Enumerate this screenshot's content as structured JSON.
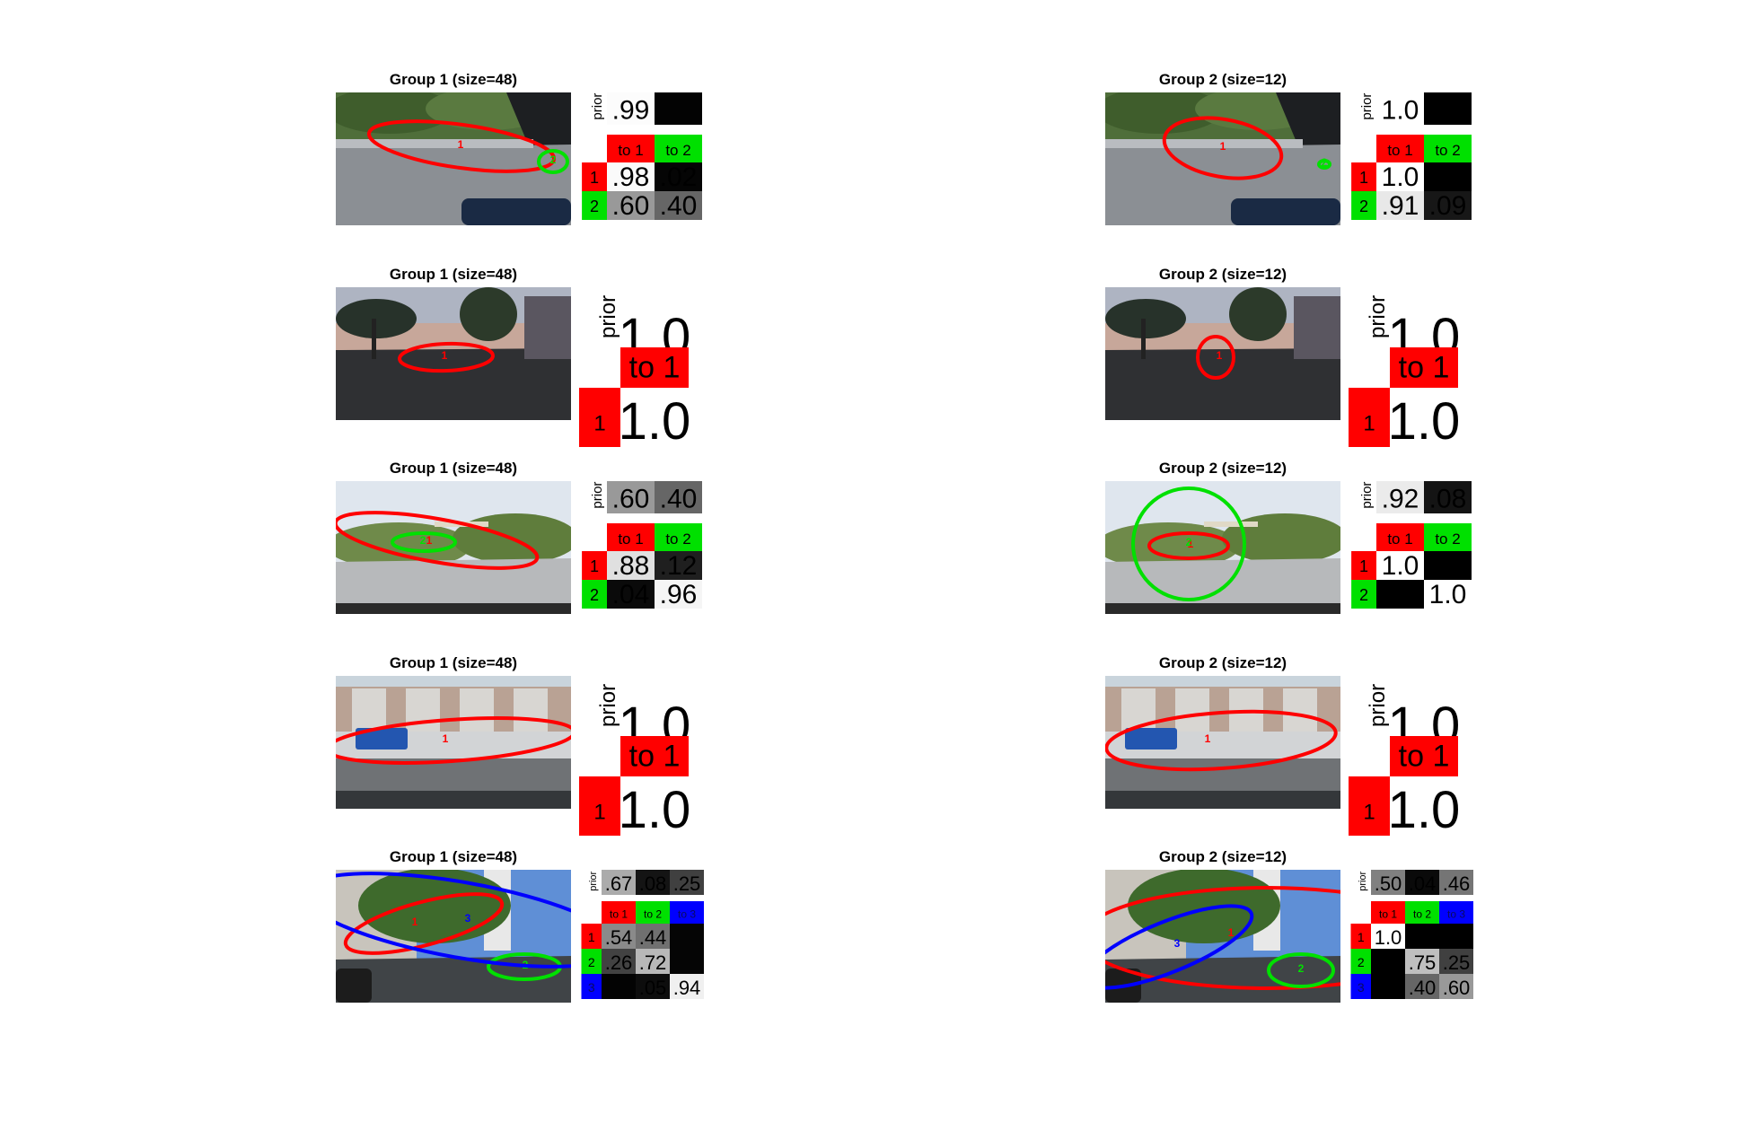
{
  "colors": {
    "state_1": "#ff0000",
    "state_2": "#00e000",
    "state_3": "#0000ff",
    "label_text": "#000000"
  },
  "panels": [
    {
      "id": "r1-g1",
      "title": "Group 1 (size=48)",
      "scene": "street-trees-bridge",
      "prior": [
        {
          "text": ".99",
          "level": 0.99
        },
        {
          "text": "",
          "level": 0.01
        }
      ],
      "headers": [
        "to 1",
        "to 2"
      ],
      "rows": [
        {
          "label": "1",
          "cells": [
            {
              "text": ".98",
              "level": 0.98
            },
            {
              "text": ".02",
              "level": 0.02
            }
          ]
        },
        {
          "label": "2",
          "cells": [
            {
              "text": ".60",
              "level": 0.6
            },
            {
              "text": ".40",
              "level": 0.4
            }
          ]
        }
      ],
      "ellipses": [
        {
          "state": 1,
          "label": "1"
        },
        {
          "state": 2,
          "label": "2"
        }
      ]
    },
    {
      "id": "r1-g2",
      "title": "Group 2 (size=12)",
      "scene": "street-trees-bridge",
      "prior": [
        {
          "text": "1.0",
          "level": 1.0
        },
        {
          "text": "",
          "level": 0.0
        }
      ],
      "headers": [
        "to 1",
        "to 2"
      ],
      "rows": [
        {
          "label": "1",
          "cells": [
            {
              "text": "1.0",
              "level": 1.0
            },
            {
              "text": "",
              "level": 0.0
            }
          ]
        },
        {
          "label": "2",
          "cells": [
            {
              "text": ".91",
              "level": 0.91
            },
            {
              "text": ".09",
              "level": 0.09
            }
          ]
        }
      ],
      "ellipses": [
        {
          "state": 1,
          "label": "1"
        },
        {
          "state": 2,
          "label": "2"
        }
      ]
    },
    {
      "id": "r2-g1",
      "title": "Group 1 (size=48)",
      "scene": "dusk-palm-road",
      "prior": [
        {
          "text": "1.0",
          "level": 1.0
        }
      ],
      "headers": [
        "to 1"
      ],
      "rows": [
        {
          "label": "1",
          "cells": [
            {
              "text": "1.0",
              "level": 1.0
            }
          ]
        }
      ],
      "ellipses": [
        {
          "state": 1,
          "label": "1"
        }
      ]
    },
    {
      "id": "r2-g2",
      "title": "Group 2 (size=12)",
      "scene": "dusk-palm-road",
      "prior": [
        {
          "text": "1.0",
          "level": 1.0
        }
      ],
      "headers": [
        "to 1"
      ],
      "rows": [
        {
          "label": "1",
          "cells": [
            {
              "text": "1.0",
              "level": 1.0
            }
          ]
        }
      ],
      "ellipses": [
        {
          "state": 1,
          "label": "1"
        }
      ]
    },
    {
      "id": "r3-g1",
      "title": "Group 1 (size=48)",
      "scene": "bright-road-bushes",
      "prior": [
        {
          "text": ".60",
          "level": 0.6
        },
        {
          "text": ".40",
          "level": 0.4
        }
      ],
      "headers": [
        "to 1",
        "to 2"
      ],
      "rows": [
        {
          "label": "1",
          "cells": [
            {
              "text": ".88",
              "level": 0.88
            },
            {
              "text": ".12",
              "level": 0.12
            }
          ]
        },
        {
          "label": "2",
          "cells": [
            {
              "text": ".04",
              "level": 0.04
            },
            {
              "text": ".96",
              "level": 0.96
            }
          ]
        }
      ],
      "ellipses": [
        {
          "state": 1,
          "label": "1"
        },
        {
          "state": 2,
          "label": "2"
        }
      ]
    },
    {
      "id": "r3-g2",
      "title": "Group 2 (size=12)",
      "scene": "bright-road-bushes",
      "prior": [
        {
          "text": ".92",
          "level": 0.92
        },
        {
          "text": ".08",
          "level": 0.08
        }
      ],
      "headers": [
        "to 1",
        "to 2"
      ],
      "rows": [
        {
          "label": "1",
          "cells": [
            {
              "text": "1.0",
              "level": 1.0
            },
            {
              "text": "",
              "level": 0.0
            }
          ]
        },
        {
          "label": "2",
          "cells": [
            {
              "text": "",
              "level": 0.0
            },
            {
              "text": "1.0",
              "level": 1.0
            }
          ]
        }
      ],
      "ellipses": [
        {
          "state": 1,
          "label": "1"
        },
        {
          "state": 2,
          "label": "2"
        }
      ]
    },
    {
      "id": "r4-g1",
      "title": "Group 1 (size=48)",
      "scene": "bus-building",
      "prior": [
        {
          "text": "1.0",
          "level": 1.0
        }
      ],
      "headers": [
        "to 1"
      ],
      "rows": [
        {
          "label": "1",
          "cells": [
            {
              "text": "1.0",
              "level": 1.0
            }
          ]
        }
      ],
      "ellipses": [
        {
          "state": 1,
          "label": "1"
        }
      ]
    },
    {
      "id": "r4-g2",
      "title": "Group 2 (size=12)",
      "scene": "bus-building",
      "prior": [
        {
          "text": "1.0",
          "level": 1.0
        }
      ],
      "headers": [
        "to 1"
      ],
      "rows": [
        {
          "label": "1",
          "cells": [
            {
              "text": "1.0",
              "level": 1.0
            }
          ]
        }
      ],
      "ellipses": [
        {
          "state": 1,
          "label": "1"
        }
      ]
    },
    {
      "id": "r5-g1",
      "title": "Group 1 (size=48)",
      "scene": "tree-street-blue-sky",
      "prior": [
        {
          "text": ".67",
          "level": 0.67
        },
        {
          "text": ".08",
          "level": 0.08
        },
        {
          "text": ".25",
          "level": 0.25
        }
      ],
      "headers": [
        "to 1",
        "to 2",
        "to 3"
      ],
      "rows": [
        {
          "label": "1",
          "cells": [
            {
              "text": ".54",
              "level": 0.54
            },
            {
              "text": ".44",
              "level": 0.44
            },
            {
              "text": "",
              "level": 0.02
            }
          ]
        },
        {
          "label": "2",
          "cells": [
            {
              "text": ".26",
              "level": 0.26
            },
            {
              "text": ".72",
              "level": 0.72
            },
            {
              "text": "",
              "level": 0.02
            }
          ]
        },
        {
          "label": "3",
          "cells": [
            {
              "text": "",
              "level": 0.01
            },
            {
              "text": ".05",
              "level": 0.05
            },
            {
              "text": ".94",
              "level": 0.94
            }
          ]
        }
      ],
      "ellipses": [
        {
          "state": 1,
          "label": "1"
        },
        {
          "state": 2,
          "label": "2"
        },
        {
          "state": 3,
          "label": "3"
        }
      ]
    },
    {
      "id": "r5-g2",
      "title": "Group 2 (size=12)",
      "scene": "tree-street-blue-sky",
      "prior": [
        {
          "text": ".50",
          "level": 0.5
        },
        {
          "text": ".04",
          "level": 0.04
        },
        {
          "text": ".46",
          "level": 0.46
        }
      ],
      "headers": [
        "to 1",
        "to 2",
        "to 3"
      ],
      "rows": [
        {
          "label": "1",
          "cells": [
            {
              "text": "1.0",
              "level": 1.0
            },
            {
              "text": "",
              "level": 0.0
            },
            {
              "text": "",
              "level": 0.0
            }
          ]
        },
        {
          "label": "2",
          "cells": [
            {
              "text": "",
              "level": 0.0
            },
            {
              "text": ".75",
              "level": 0.75
            },
            {
              "text": ".25",
              "level": 0.25
            }
          ]
        },
        {
          "label": "3",
          "cells": [
            {
              "text": "",
              "level": 0.0
            },
            {
              "text": ".40",
              "level": 0.4
            },
            {
              "text": ".60",
              "level": 0.6
            }
          ]
        }
      ],
      "ellipses": [
        {
          "state": 1,
          "label": "1"
        },
        {
          "state": 2,
          "label": "2"
        },
        {
          "state": 3,
          "label": "3"
        }
      ]
    }
  ],
  "prior_label": "prior"
}
